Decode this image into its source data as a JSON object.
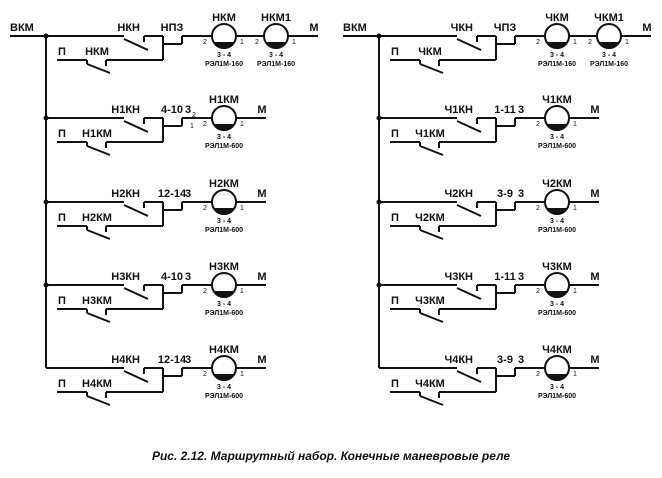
{
  "caption": "Рис. 2.12. Маршрутный набор. Конечные маневровые реле",
  "colors": {
    "line": "#111111"
  },
  "common": {
    "bus_label": "ВКМ",
    "output_label": "М",
    "supply_label": "П",
    "pin_left": "2",
    "pin_right": "1",
    "winding": "3 - 4"
  },
  "circuits": [
    {
      "name": "left",
      "rows": [
        {
          "button": "НКН",
          "contact": "НПЗ",
          "contact_num": "",
          "relays": [
            {
              "name": "НКМ",
              "type": "РЭЛ1М-160"
            },
            {
              "name": "НКМ1",
              "type": "РЭЛ1М-160"
            }
          ],
          "repeat": "НКМ"
        },
        {
          "button": "Н1КН",
          "contact": "4-10",
          "contact_num": "3",
          "extra_pins": [
            "2",
            "1"
          ],
          "relays": [
            {
              "name": "Н1КМ",
              "type": "РЭЛ1М-600"
            }
          ],
          "repeat": "Н1КМ"
        },
        {
          "button": "Н2КН",
          "contact": "12-14",
          "contact_num": "3",
          "relays": [
            {
              "name": "Н2КМ",
              "type": "РЭЛ1М-600"
            }
          ],
          "repeat": "Н2КМ"
        },
        {
          "button": "Н3КН",
          "contact": "4-10",
          "contact_num": "3",
          "relays": [
            {
              "name": "Н3КМ",
              "type": "РЭЛ1М-600"
            }
          ],
          "repeat": "Н3КМ"
        },
        {
          "button": "Н4КН",
          "contact": "12-14",
          "contact_num": "3",
          "relays": [
            {
              "name": "Н4КМ",
              "type": "РЭЛ1М-600"
            }
          ],
          "repeat": "Н4КМ"
        }
      ]
    },
    {
      "name": "right",
      "rows": [
        {
          "button": "ЧКН",
          "contact": "ЧПЗ",
          "contact_num": "",
          "relays": [
            {
              "name": "ЧКМ",
              "type": "РЭЛ1М-160"
            },
            {
              "name": "ЧКМ1",
              "type": "РЭЛ1М-160"
            }
          ],
          "repeat": "ЧКМ"
        },
        {
          "button": "Ч1КН",
          "contact": "1-11",
          "contact_num": "3",
          "relays": [
            {
              "name": "Ч1КМ",
              "type": "РЭЛ1М-600"
            }
          ],
          "repeat": "Ч1КМ"
        },
        {
          "button": "Ч2КН",
          "contact": "3-9",
          "contact_num": "3",
          "relays": [
            {
              "name": "Ч2КМ",
              "type": "РЭЛ1М-600"
            }
          ],
          "repeat": "Ч2КМ"
        },
        {
          "button": "Ч3КН",
          "contact": "1-11",
          "contact_num": "3",
          "relays": [
            {
              "name": "Ч3КМ",
              "type": "РЭЛ1М-600"
            }
          ],
          "repeat": "Ч3КМ"
        },
        {
          "button": "Ч4КН",
          "contact": "3-9",
          "contact_num": "3",
          "relays": [
            {
              "name": "Ч4КМ",
              "type": "РЭЛ1М-600"
            }
          ],
          "repeat": "Ч4КМ"
        }
      ]
    }
  ]
}
